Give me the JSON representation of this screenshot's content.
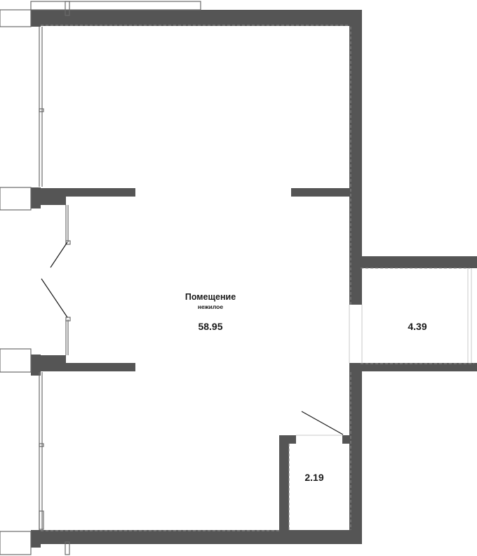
{
  "rooms": {
    "main": {
      "name": "Помещение",
      "subtitle": "нежилое",
      "area": "58.95"
    },
    "east": {
      "area": "4.39"
    },
    "bath": {
      "area": "2.19"
    }
  },
  "colors": {
    "wall": "#555555",
    "wall_edge": "#8a8a8a",
    "thin_line": "#6a6a6a",
    "background": "#ffffff"
  }
}
